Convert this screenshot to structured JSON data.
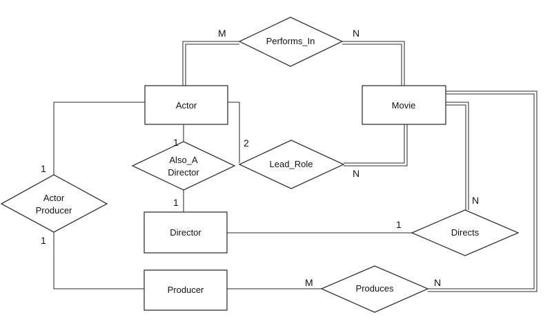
{
  "entities": {
    "actor": "Actor",
    "movie": "Movie",
    "director": "Director",
    "producer": "Producer"
  },
  "relationships": {
    "performs_in": "Performs_In",
    "lead_role": "Lead_Role",
    "also_a_director_line1": "Also_A",
    "also_a_director_line2": "Director",
    "actor_producer_line1": "Actor",
    "actor_producer_line2": "Producer",
    "directs": "Directs",
    "produces": "Produces"
  },
  "cardinalities": {
    "performs_actor": "M",
    "performs_movie": "N",
    "lead_actor": "2",
    "lead_movie": "N",
    "also_actor": "1",
    "also_director": "1",
    "actprod_actor": "1",
    "actprod_producer": "1",
    "directs_director": "1",
    "directs_movie": "N",
    "produces_producer": "M",
    "produces_movie": "N"
  }
}
